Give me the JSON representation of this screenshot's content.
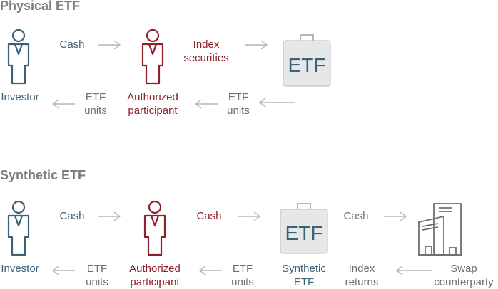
{
  "colors": {
    "investor": "#3d6176",
    "participant": "#8c1f28",
    "neutral": "#6e7073",
    "arrow": "#b3b5b8",
    "etf_fill": "#e6e7e8",
    "etf_text": "#3d6176",
    "heading": "#7b7d80"
  },
  "physical": {
    "title": "Physical ETF",
    "investor": "Investor",
    "participant_line1": "Authorized",
    "participant_line2": "participant",
    "etf_icon_text": "ETF",
    "flow_cash": "Cash",
    "flow_securities_line1": "Index",
    "flow_securities_line2": "securities",
    "return_units1_line1": "ETF",
    "return_units1_line2": "units",
    "return_units2_line1": "ETF",
    "return_units2_line2": "units"
  },
  "synthetic": {
    "title": "Synthetic ETF",
    "investor": "Investor",
    "participant_line1": "Authorized",
    "participant_line2": "participant",
    "etf_icon_text": "ETF",
    "etf_label_line1": "Synthetic",
    "etf_label_line2": "ETF",
    "flow_cash1": "Cash",
    "flow_cash2": "Cash",
    "flow_cash3": "Cash",
    "return_units1_line1": "ETF",
    "return_units1_line2": "units",
    "return_units2_line1": "ETF",
    "return_units2_line2": "units",
    "return_index_line1": "Index",
    "return_index_line2": "returns",
    "swap_line1": "Swap",
    "swap_line2": "counterparty"
  }
}
